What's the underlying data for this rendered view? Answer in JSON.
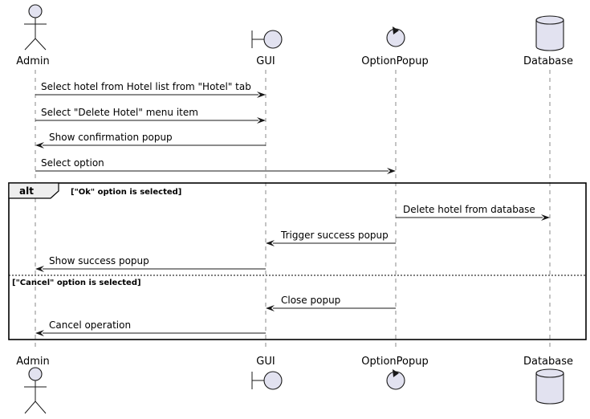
{
  "participants": [
    {
      "id": "admin",
      "label": "Admin",
      "kind": "actor"
    },
    {
      "id": "gui",
      "label": "GUI",
      "kind": "boundary"
    },
    {
      "id": "popup",
      "label": "OptionPopup",
      "kind": "control"
    },
    {
      "id": "db",
      "label": "Database",
      "kind": "database"
    }
  ],
  "messages": [
    {
      "from": "admin",
      "to": "gui",
      "text": "Select hotel from Hotel list from \"Hotel\" tab"
    },
    {
      "from": "admin",
      "to": "gui",
      "text": "Select \"Delete Hotel\" menu item"
    },
    {
      "from": "gui",
      "to": "admin",
      "text": "Show confirmation popup"
    },
    {
      "from": "admin",
      "to": "popup",
      "text": "Select option"
    },
    {
      "from": "popup",
      "to": "db",
      "text": "Delete hotel from database"
    },
    {
      "from": "popup",
      "to": "gui",
      "text": "Trigger success popup"
    },
    {
      "from": "gui",
      "to": "admin",
      "text": "Show success popup"
    },
    {
      "from": "popup",
      "to": "gui",
      "text": "Close popup"
    },
    {
      "from": "gui",
      "to": "admin",
      "text": "Cancel operation"
    }
  ],
  "alt_fragment": {
    "keyword": "alt",
    "guards": [
      "[\"Ok\" option is selected]",
      "[\"Cancel\" option is selected]"
    ]
  },
  "colors": {
    "participant_fill": "#e2e2f0",
    "outline": "#181818",
    "lifeline": "#8a8a8a"
  }
}
